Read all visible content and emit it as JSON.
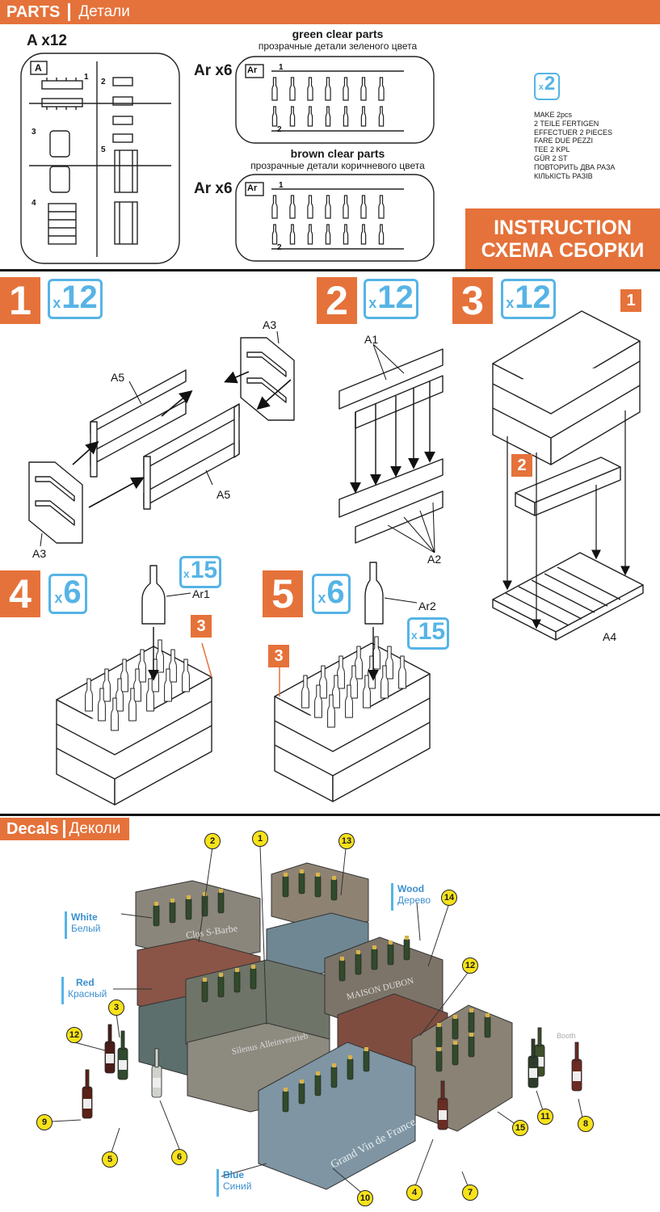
{
  "parts_header": {
    "title": "PARTS",
    "subtitle": "Детали"
  },
  "sprue_a": {
    "label": "A x12",
    "tag": "A",
    "nums": [
      "1",
      "2",
      "3",
      "4",
      "5"
    ]
  },
  "green": {
    "title": "green clear parts",
    "subtitle": "прозрачные детали зеленого цвета",
    "label": "Ar x6",
    "tag": "Ar",
    "nums": [
      "1",
      "2"
    ]
  },
  "brown": {
    "title": "brown clear parts",
    "subtitle": "прозрачные детали коричневого цвета",
    "label": "Ar x6",
    "tag": "Ar",
    "nums": [
      "1",
      "2"
    ]
  },
  "make": {
    "qty_x": "x",
    "qty_n": "2",
    "lines": [
      "MAKE 2pcs",
      "2 TEILE FERTIGEN",
      "EFFECTUER 2 PIECES",
      "FARE DUE PEZZI",
      "TEE 2 KPL",
      "GÜR 2 ST",
      "ПОВТОРИТЬ ДВА РАЗА",
      "КІЛЬКІСТЬ РАЗІВ"
    ]
  },
  "instruction": {
    "line1": "INSTRUCTION",
    "line2": "СХЕМА СБОРКИ"
  },
  "steps": [
    {
      "num": "1",
      "qty": "12",
      "labels": [
        "A3",
        "A5",
        "A5",
        "A3"
      ]
    },
    {
      "num": "2",
      "qty": "12",
      "labels": [
        "A1",
        "A2"
      ]
    },
    {
      "num": "3",
      "qty": "12",
      "labels": [
        "1",
        "2",
        "A4"
      ]
    },
    {
      "num": "4",
      "qty": "6",
      "bottle_qty": "15",
      "labels": [
        "Ar1",
        "3"
      ]
    },
    {
      "num": "5",
      "qty": "6",
      "bottle_qty": "15",
      "labels": [
        "Ar2",
        "3"
      ]
    }
  ],
  "decals_header": {
    "title": "Decals",
    "subtitle": "Деколи"
  },
  "decal_colors": [
    {
      "en": "White",
      "ru": "Белый",
      "color": "#56b4e6"
    },
    {
      "en": "Red",
      "ru": "Красный",
      "color": "#56b4e6"
    },
    {
      "en": "Wood",
      "ru": "Дерево",
      "color": "#56b4e6"
    },
    {
      "en": "Blue",
      "ru": "Синий",
      "color": "#56b4e6"
    }
  ],
  "decal_numbers": [
    "1",
    "2",
    "3",
    "4",
    "5",
    "6",
    "7",
    "8",
    "9",
    "10",
    "11",
    "12",
    "12",
    "13",
    "14",
    "15"
  ],
  "crate_texts": [
    "Clos S-Barbe",
    "MAISON DUBON",
    "Silenus Alleinvertrieb",
    "Grand Vin de France",
    "Booth"
  ],
  "colors": {
    "accent": "#e5723a",
    "qty_blue": "#56b4e6",
    "decal_yellow": "#f7e21b"
  }
}
